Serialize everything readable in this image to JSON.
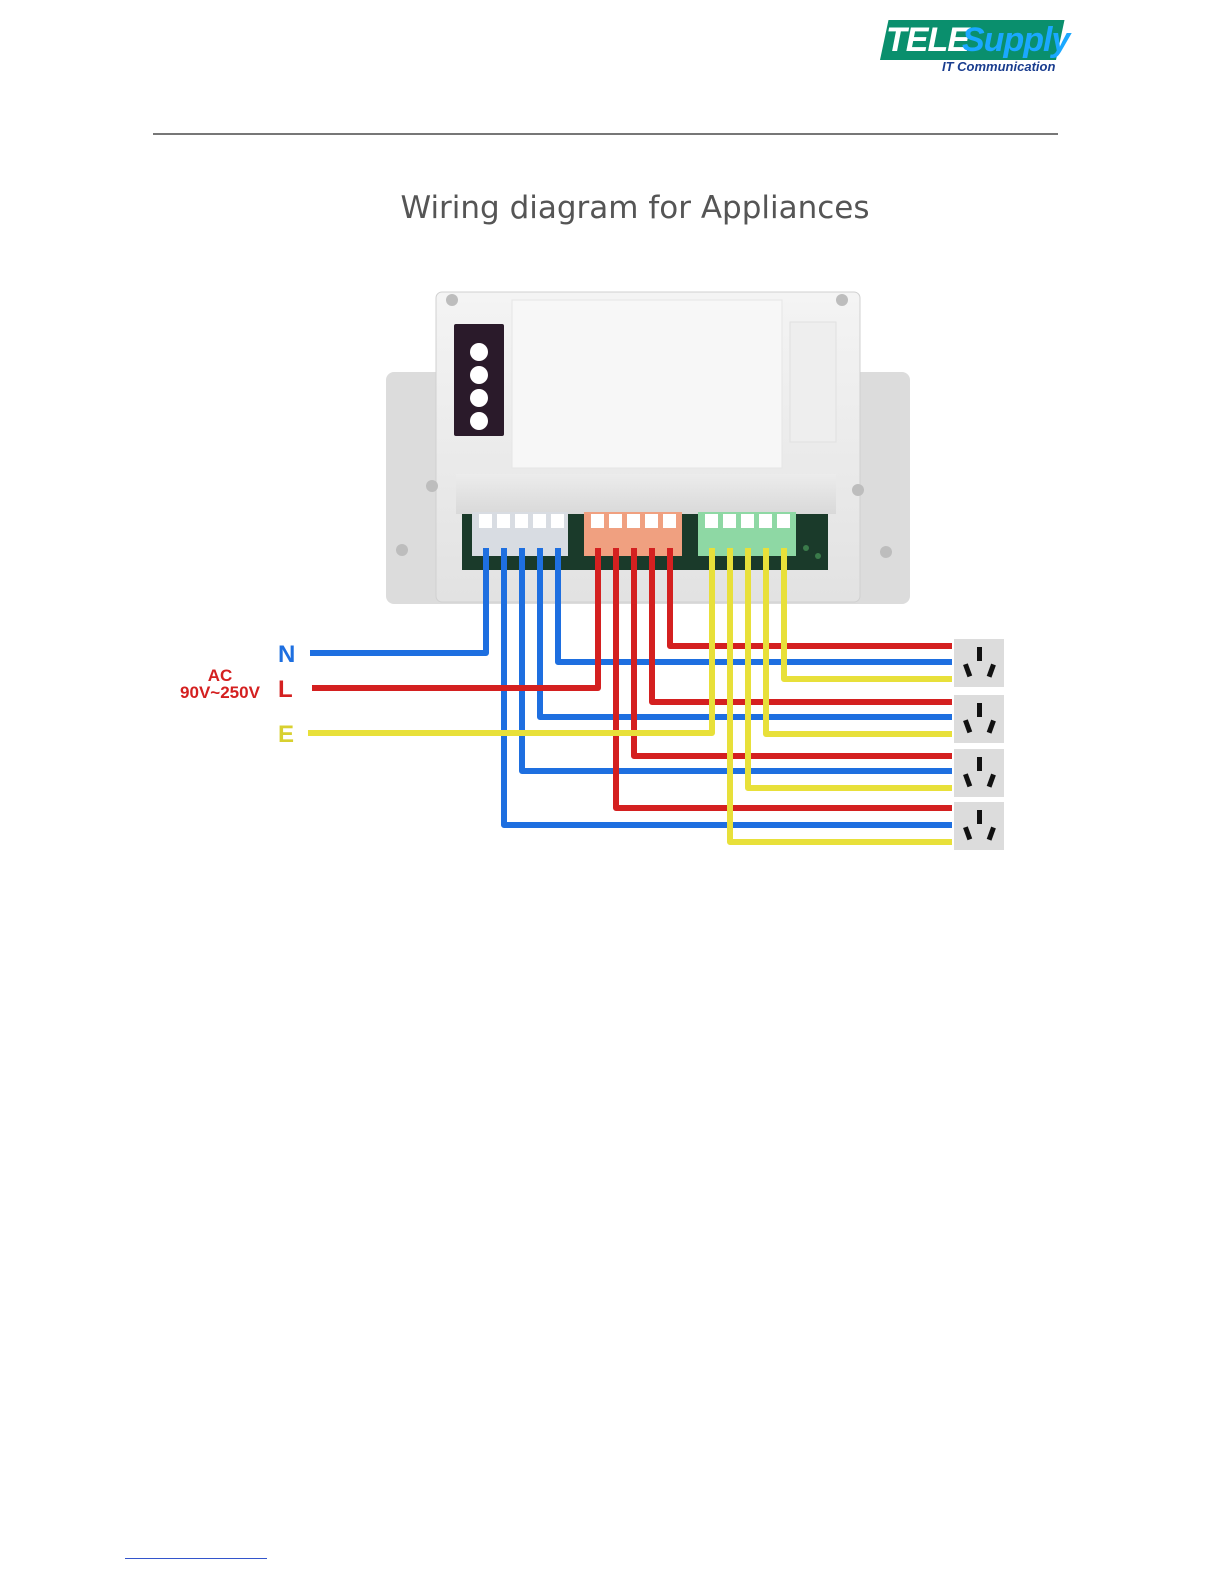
{
  "header": {
    "logo": {
      "brand_part1": "TELE",
      "brand_part2": "Supply",
      "tagline": "IT Communication",
      "colors": {
        "box": "#0a8f6d",
        "part1": "#ffffff",
        "part2": "#1aa8ff",
        "tagline": "#1a3d8f"
      }
    }
  },
  "title": "Wiring diagram for Appliances",
  "diagram": {
    "input_labels": {
      "neutral": "N",
      "live": "L",
      "earth": "E",
      "ac": "AC",
      "voltage": "90V~250V"
    },
    "wire_colors": {
      "neutral": "#1e6fe0",
      "live": "#d42020",
      "earth": "#e8e03a"
    },
    "terminal_colors": {
      "neutral_block": "#d8dce2",
      "live_block": "#f0a080",
      "earth_block": "#8ed8a4"
    },
    "sockets": [
      {
        "name": "socket-1"
      },
      {
        "name": "socket-2"
      },
      {
        "name": "socket-3"
      },
      {
        "name": "socket-4"
      }
    ]
  }
}
